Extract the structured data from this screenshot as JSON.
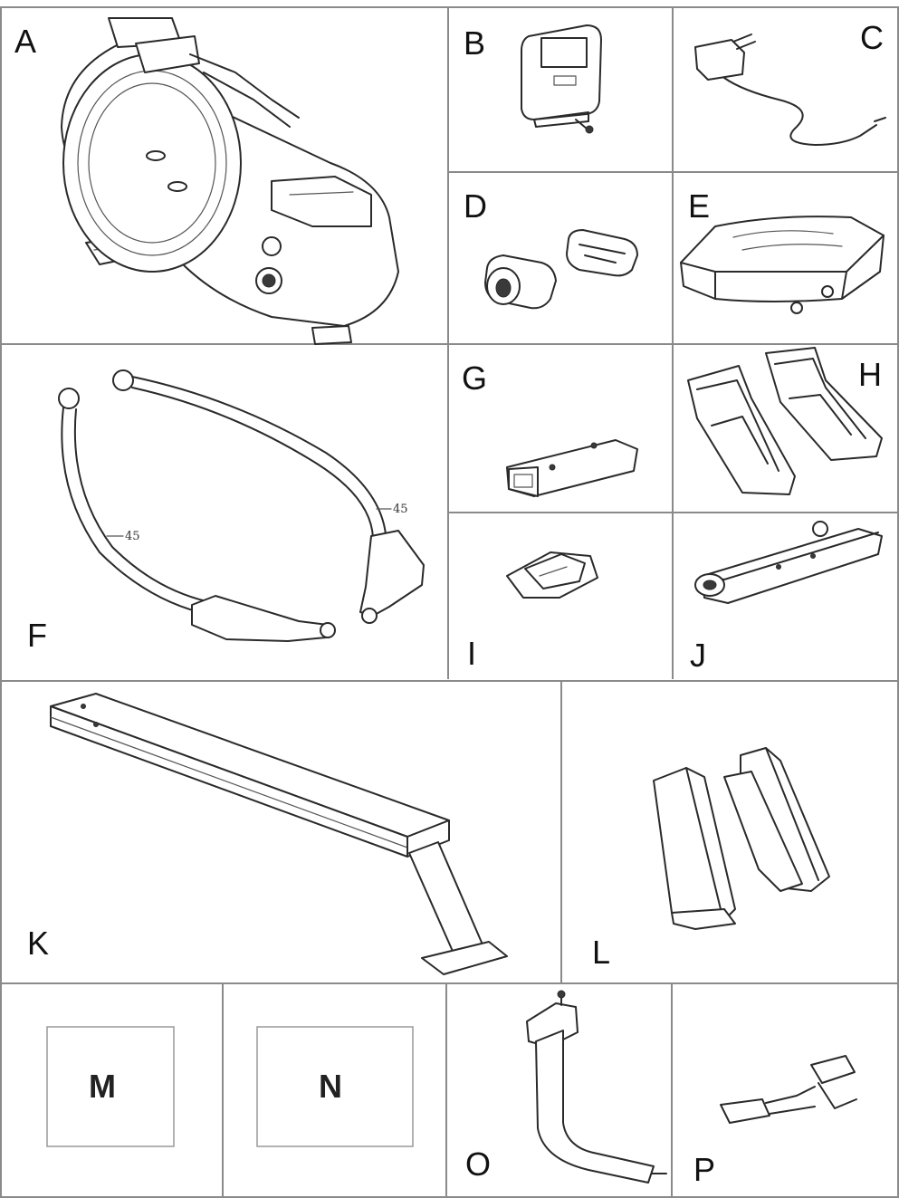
{
  "panels": {
    "A": "A",
    "B": "B",
    "C": "C",
    "D": "D",
    "E": "E",
    "F": "F",
    "G": "G",
    "H": "H",
    "I": "I",
    "J": "J",
    "K": "K",
    "L": "L",
    "M": "M",
    "N": "N",
    "O": "O",
    "P": "P"
  },
  "marks": {
    "left": "45",
    "right": "45"
  },
  "parts": {
    "A": "main-frame-with-flywheel-cover",
    "B": "console",
    "C": "power-adapter",
    "D": "end-caps",
    "E": "seat",
    "F": "handlebars",
    "G": "cover",
    "H": "foot-pedals",
    "I": "small-cover",
    "J": "rear-stabilizer",
    "K": "slide-rail",
    "L": "side-covers",
    "M": "hardware-pack-m",
    "N": "hardware-pack-n",
    "O": "console-mast",
    "P": "hand-straps"
  },
  "colors": {
    "grid": "#8a8a8a",
    "line": "#2a2a2a",
    "background": "#ffffff"
  }
}
